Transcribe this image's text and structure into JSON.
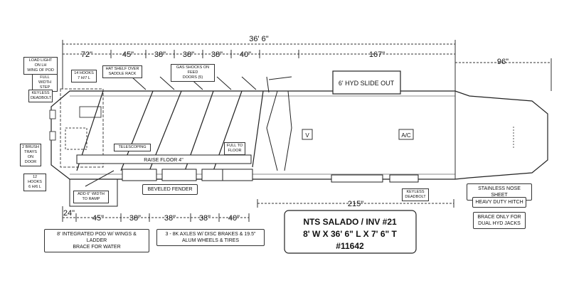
{
  "overall_length": "36' 6\"",
  "nose_length": "96\"",
  "top_dims": [
    "72\"",
    "45\"",
    "38\"",
    "38\"",
    "38\"",
    "40\"",
    "167\""
  ],
  "bottom_dims": [
    "24\"",
    "45\"",
    "38\"",
    "38\"",
    "38\"",
    "40\""
  ],
  "right_bottom_dim": "215\"",
  "slide_out": "6' HYD SLIDE OUT",
  "v_mark": "V",
  "ac_mark": "A/C",
  "raise_floor": "RAISE FLOOR 4\"",
  "telescoping": "TELESCOPING",
  "full_to_floor": "FULL TO\nFLOOR",
  "beveled_fender": "BEVELED FENDER",
  "callouts": {
    "load_light": "LOAD LIGHT ON LH\nWING OF POD",
    "full_width_step": "FULL WIDTH\nSTEP",
    "keyless_left": "KEYLESS\nDEADBOLT",
    "brush_trays": "2 BRUSH\nTRAYS ON\nDOOR",
    "hooks_12": "12 HOOKS\n6 H/6 L",
    "hooks_14": "14 HOOKS\n7 H/7 L",
    "hat_shelf": "HAT SHELF OVER\nSADDLE RACK",
    "gas_shocks": "GAS SHOCKS ON FEED\nDOORS (5)",
    "ramp": "ADD 6\" WIDTH\nTO RAMP",
    "keyless_right": "KEYLESS\nDEADBOLT"
  },
  "right_notes": [
    "STAINLESS NOSE SHEET",
    "HEAVY DUTY HITCH",
    "BRACE ONLY FOR\nDUAL HYD JACKS"
  ],
  "bottom_notes": [
    "8' INTEGRATED POD W/ WINGS & LADDER\nBRACE FOR WATER",
    "3 - 8K AXLES W/ DISC BRAKES & 19.5\"\nALUM WHEELS & TIRES"
  ],
  "title_block": [
    "NTS SALADO / INV #21",
    "8' W X 36' 6\" L X 7' 6\" T",
    "#11642"
  ]
}
